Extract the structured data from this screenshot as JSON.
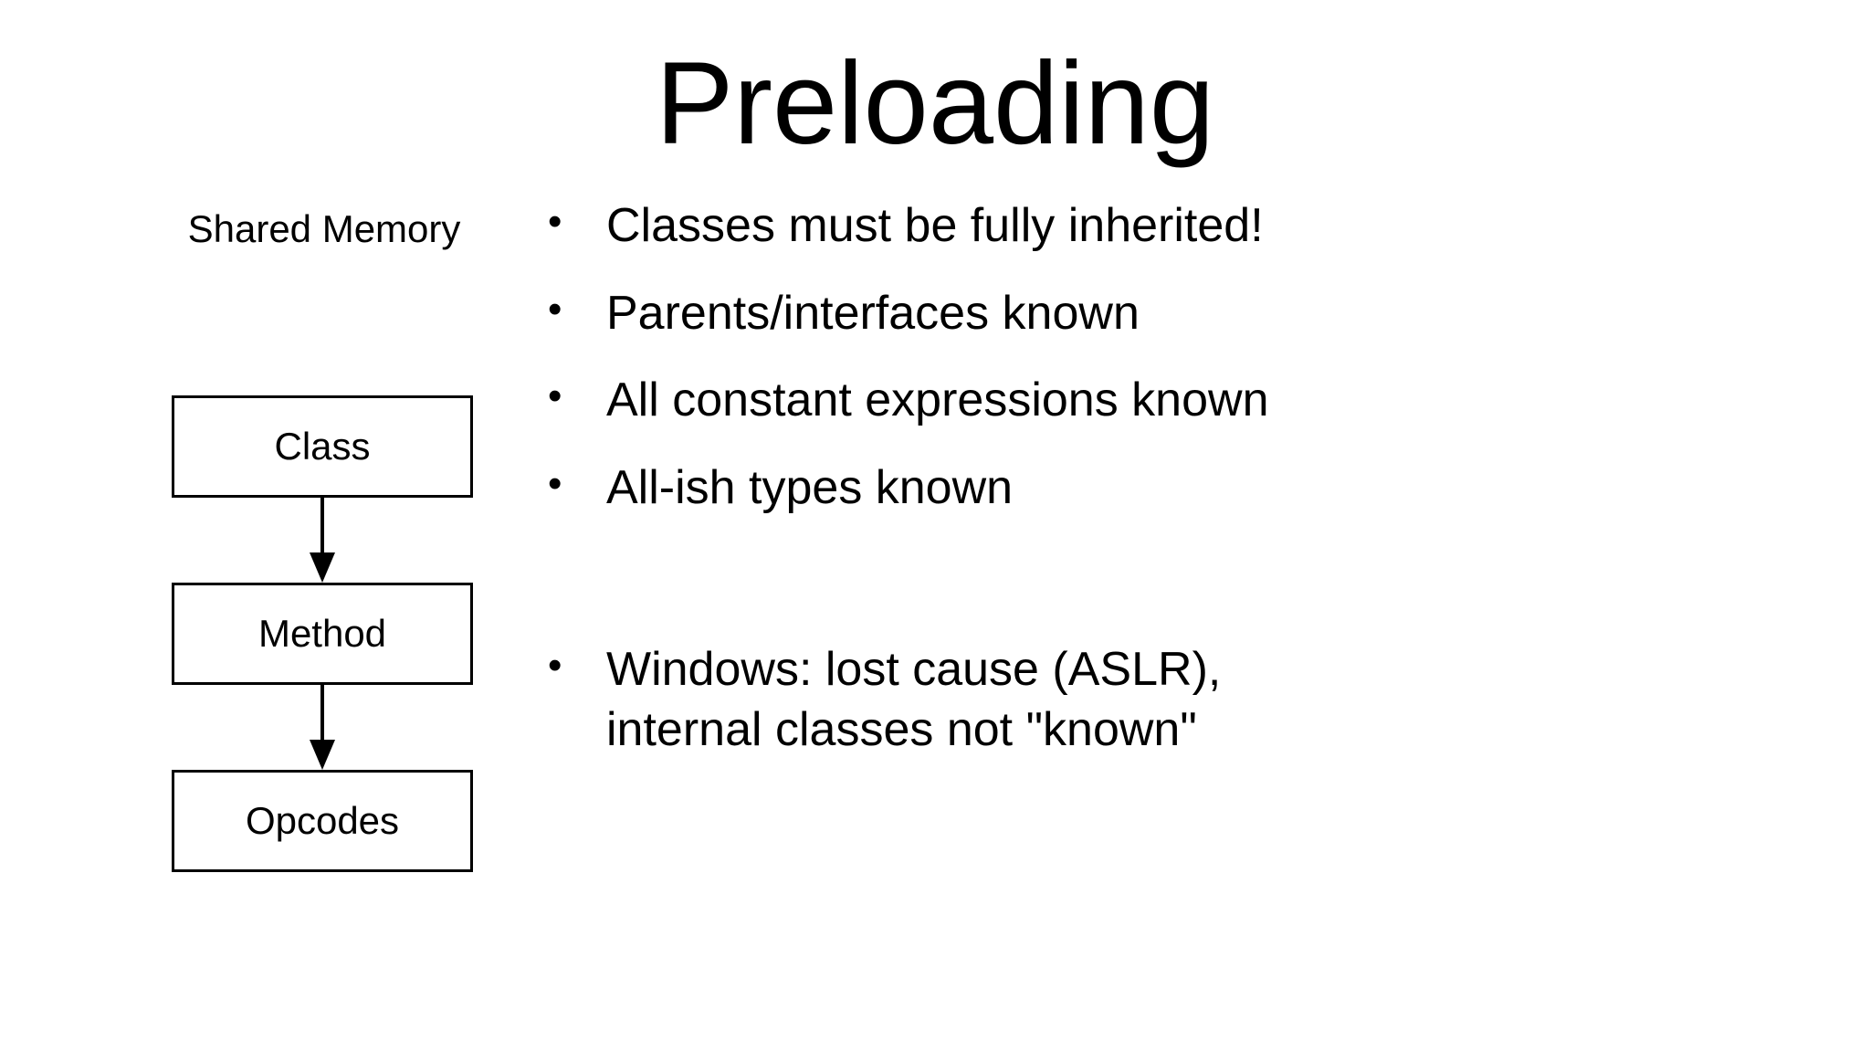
{
  "slide": {
    "title": "Preloading",
    "background_color": "#ffffff",
    "text_color": "#000000"
  },
  "diagram": {
    "caption": "Shared Memory",
    "nodes": [
      {
        "label": "Class"
      },
      {
        "label": "Method"
      },
      {
        "label": "Opcodes"
      }
    ],
    "edges": [
      {
        "from": "Class",
        "to": "Method",
        "arrow": "down-arrow"
      },
      {
        "from": "Method",
        "to": "Opcodes",
        "arrow": "down-arrow"
      }
    ],
    "stroke_color": "#000000"
  },
  "bullets": {
    "marker": "•",
    "items": [
      {
        "text": "Classes must be fully inherited!"
      },
      {
        "text": "Parents/interfaces known"
      },
      {
        "text": "All constant expressions known"
      },
      {
        "text": "All-ish types known"
      },
      {
        "text": "Windows: lost cause (ASLR),",
        "line2": "internal classes not \"known\""
      }
    ]
  }
}
